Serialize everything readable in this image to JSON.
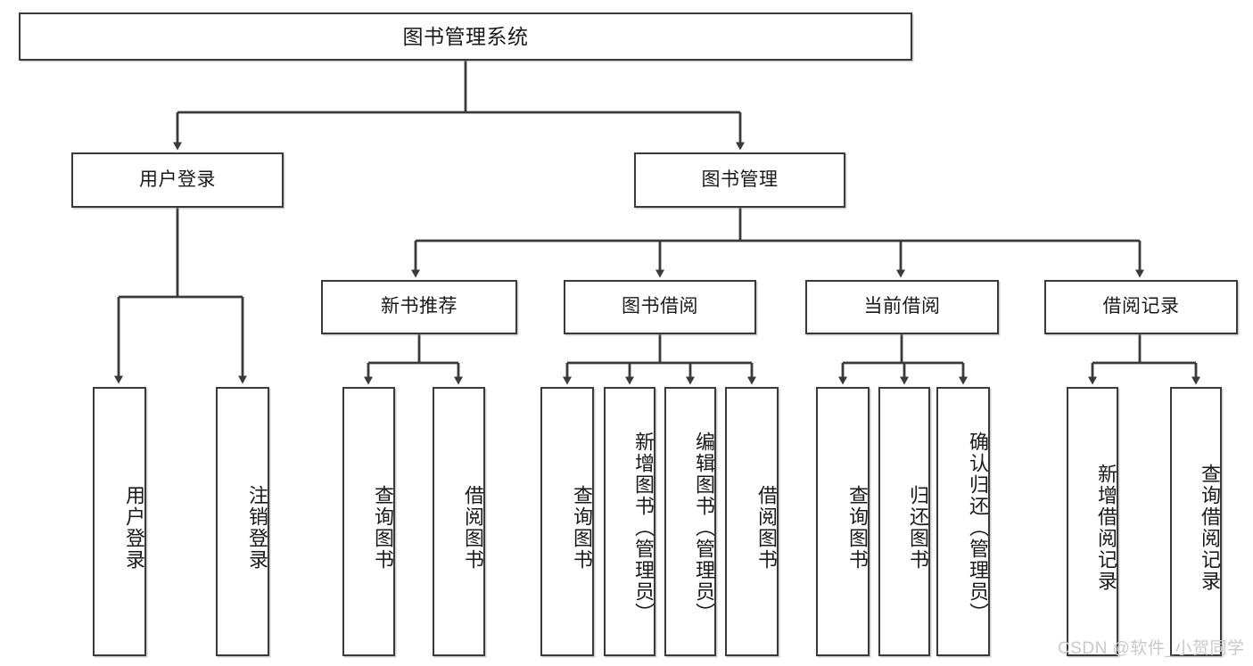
{
  "diagram": {
    "title": "图书管理系统",
    "type": "tree",
    "stroke_color": "#3a3a3a",
    "fill_color": "#ffffff",
    "text_color": "#1a1a1a",
    "watermark": "CSDN @软件_小贺同学"
  },
  "nodes": {
    "root": {
      "label": "图书管理系统"
    },
    "level2": [
      {
        "label": "用户登录"
      },
      {
        "label": "图书管理"
      }
    ],
    "level3": [
      {
        "label": "新书推荐"
      },
      {
        "label": "图书借阅"
      },
      {
        "label": "当前借阅"
      },
      {
        "label": "借阅记录"
      }
    ],
    "leaves": {
      "user_login": [
        {
          "label": "用户登录"
        },
        {
          "label": "注销登录"
        }
      ],
      "new_book_recommend": [
        {
          "label": "查询图书"
        },
        {
          "label": "借阅图书"
        }
      ],
      "book_borrow": [
        {
          "label": "查询图书"
        },
        {
          "label": "新增图书（管理员）"
        },
        {
          "label": "编辑图书（管理员）"
        },
        {
          "label": "借阅图书"
        }
      ],
      "current_borrow": [
        {
          "label": "查询图书"
        },
        {
          "label": "归还图书"
        },
        {
          "label": "确认归还（管理员）"
        }
      ],
      "borrow_records": [
        {
          "label": "新增借阅记录"
        },
        {
          "label": "查询借阅记录"
        }
      ]
    }
  }
}
